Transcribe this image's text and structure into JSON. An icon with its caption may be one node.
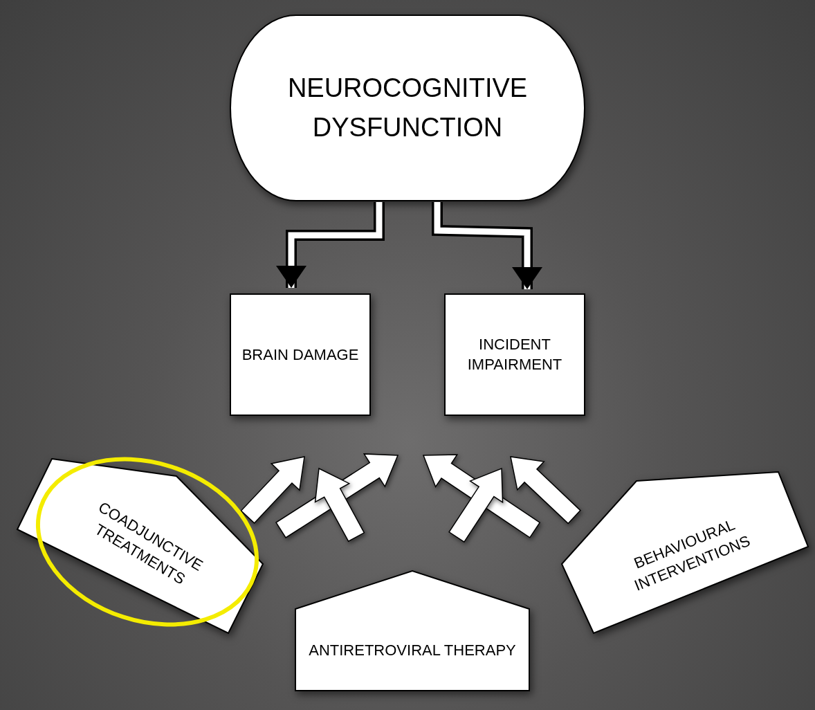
{
  "diagram": {
    "nodes": [
      {
        "text": [
          "NEUROCOGNITIVE DYSFUNCTION"
        ]
      },
      {
        "text": [
          "BRAIN DAMAGE"
        ]
      },
      {
        "text": [
          "INCIDENT IMPAIRMENT"
        ]
      },
      {
        "text": [
          "COADJUNCTIVE TREATMENTS"
        ]
      },
      {
        "text": [
          "BEHAVIOURAL INTERVENTIONS"
        ]
      },
      {
        "text": [
          "ANTIRETROVIRAL THERAPY"
        ]
      }
    ],
    "edges": [
      {
        "from": 0,
        "to": 1,
        "arrow": "to"
      },
      {
        "from": 0,
        "to": 2,
        "arrow": "to"
      },
      {
        "from": 3,
        "to": 1,
        "arrow": "to",
        "style": "thick"
      },
      {
        "from": 3,
        "to": 2,
        "arrow": "to",
        "style": "thick"
      },
      {
        "from": 5,
        "to": 1,
        "arrow": "to",
        "style": "thick"
      },
      {
        "from": 5,
        "to": 2,
        "arrow": "to",
        "style": "thick"
      },
      {
        "from": 4,
        "to": 1,
        "arrow": "to",
        "style": "thick"
      },
      {
        "from": 4,
        "to": 2,
        "arrow": "to",
        "style": "thick"
      }
    ]
  }
}
